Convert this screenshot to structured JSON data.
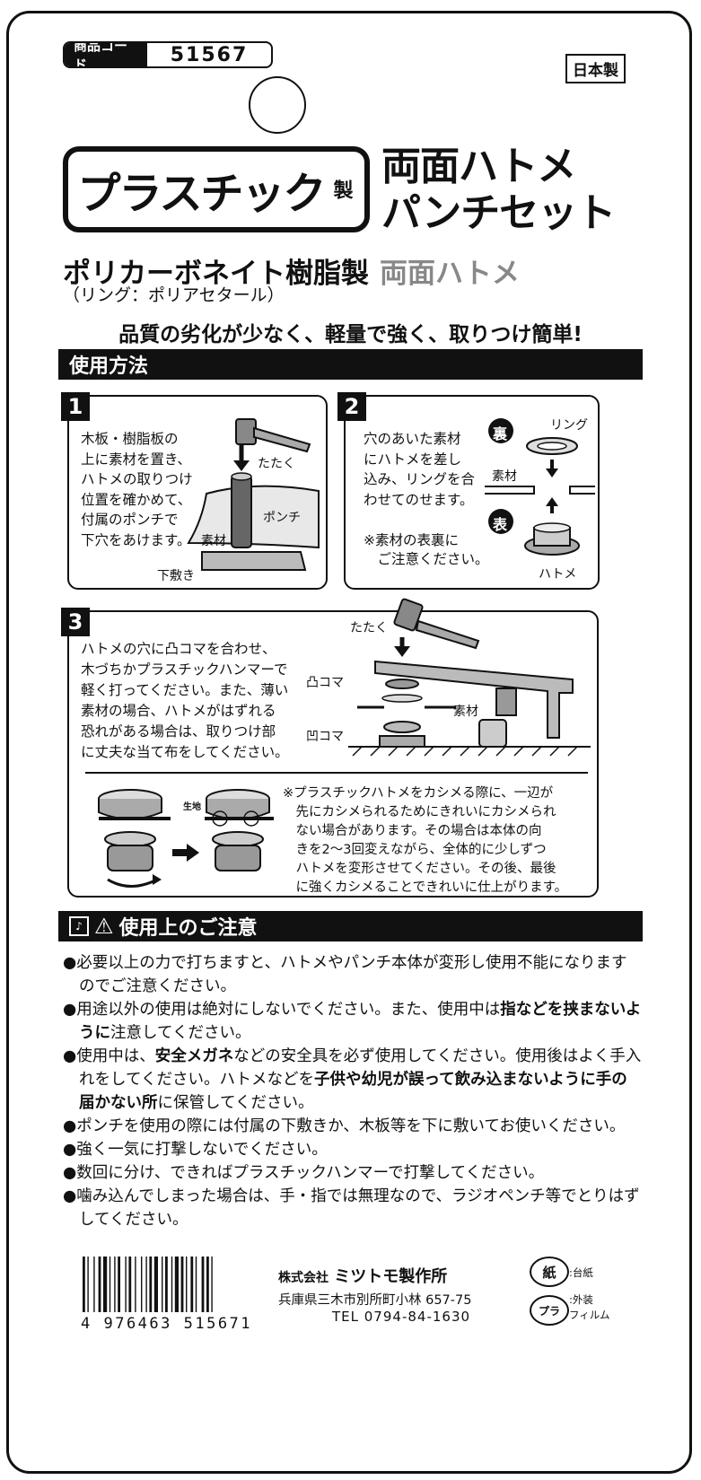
{
  "header": {
    "product_code_label": "商品コード",
    "product_code": "51567",
    "made_in": "日本製"
  },
  "title": {
    "plastic": "プラスチック",
    "plastic_suffix": "製",
    "line1": "両面ハトメ",
    "line2": "パンチセット"
  },
  "subtitle": {
    "main": "ポリカーボネイト樹脂製",
    "accent": "両面ハトメ",
    "note": "（リング：ポリアセタール）"
  },
  "catchphrase": "品質の劣化が少なく、軽量で強く、取りつけ簡単!",
  "usage": {
    "heading": "使用方法",
    "step1": {
      "num": "1",
      "text": "木板・樹脂板の\n上に素材を置き、\nハトメの取りつけ\n位置を確かめて、\n付属のポンチで\n下穴をあけます。",
      "label_hit": "たたく",
      "label_punch": "ポンチ",
      "label_material": "素材",
      "label_mat": "下敷き"
    },
    "step2": {
      "num": "2",
      "text": "穴のあいた素材\nにハトメを差し\n込み、リングを合\nわせてのせます。",
      "note": "※素材の表裏に\n　ご注意ください。",
      "back_badge": "裏",
      "front_badge": "表",
      "label_ring": "リング",
      "label_material": "素材",
      "label_eyelet": "ハトメ"
    },
    "step3": {
      "num": "3",
      "text": "ハトメの穴に凸コマを合わせ、\n木づちかプラスチックハンマーで\n軽く打ってください。また、薄い\n素材の場合、ハトメがはずれる\n恐れがある場合は、取りつけ部\nに丈夫な当て布をしてください。",
      "label_hit": "たたく",
      "label_convex": "凸コマ",
      "label_concave": "凹コマ",
      "label_material": "素材",
      "label_fabric": "生地",
      "note": "※プラスチックハトメをカシメる際に、一辺が\n　先にカシメられるためにきれいにカシメられ\n　ない場合があります。その場合は本体の向\n　きを2～3回変えながら、全体的に少しずつ\n　ハトメを変形させてください。その後、最後\n　に強くカシメることできれいに仕上がります。"
    }
  },
  "cautions": {
    "heading": "使用上のご注意",
    "items": [
      {
        "pre": "必要以上の力で打ちますと、ハトメやパンチ本体が変形し使用不能になりますのでご注意ください。"
      },
      {
        "pre": "用途以外の使用は絶対にしないでください。また、使用中は",
        "bold": "指などを挟まないように",
        "post": "注意してください。"
      },
      {
        "pre": "使用中は、",
        "bold": "安全メガネ",
        "post": "などの安全具を必ず使用してください。使用後はよく手入れをしてください。ハトメなどを",
        "bold2": "子供や幼児が誤って飲み込まないように手の届かない所",
        "post2": "に保管してください。"
      },
      {
        "pre": "ポンチを使用の際には付属の下敷きか、木板等を下に敷いてお使いください。"
      },
      {
        "pre": "強く一気に打撃しないでください。"
      },
      {
        "pre": "数回に分け、できればプラスチックハンマーで打撃してください。"
      },
      {
        "pre": "噛み込んでしまった場合は、手・指では無理なので、ラジオペンチ等でとりはずしてください。"
      }
    ]
  },
  "footer": {
    "company_prefix": "株式会社",
    "company": "ミツトモ製作所",
    "address": "兵庫県三木市別所町小林 657-75",
    "tel": "TEL 0794-84-1630",
    "barcode_digits": "4 976463 515671",
    "recycle_paper_mark": "紙",
    "recycle_paper_label": ":台紙",
    "recycle_plastic_mark": "プラ",
    "recycle_plastic_label1": ":外装",
    "recycle_plastic_label2": "フィルム"
  }
}
